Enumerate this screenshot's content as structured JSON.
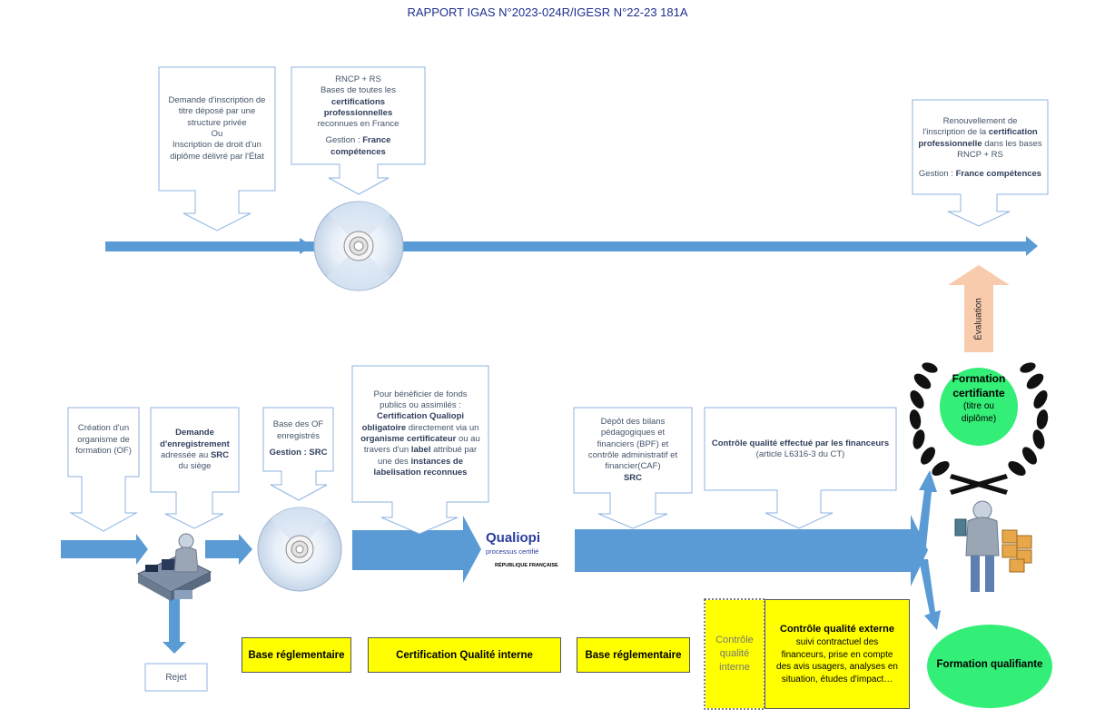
{
  "header": {
    "title": "RAPPORT IGAS N°2023-024R/IGESR N°22-23 181A"
  },
  "top": {
    "callout1": [
      "Demande d'inscription de",
      "titre déposé par une",
      "structure privée",
      "Ou",
      "Inscription de droit d'un",
      "diplôme délivré par l'État"
    ],
    "callout2": {
      "l1": "RNCP + RS",
      "l2": "Bases de toutes les",
      "l3": "certifications professionnelles",
      "l4": "reconnues en France",
      "gestion_prefix": "Gestion :",
      "gestion_value": "France compétences"
    },
    "callout3": {
      "l1": "Renouvellement de",
      "l2_pre": "l'inscription de la",
      "l2_bold": "certification",
      "l3_bold": "professionnelle",
      "l3_post": "dans les bases",
      "l4": "RNCP + RS",
      "gestion_prefix": "Gestion :",
      "gestion_value": "France compétences"
    }
  },
  "bottom": {
    "callout_creation": [
      "Création d'un",
      "organisme de",
      "formation (OF)"
    ],
    "callout_demande": {
      "b1": "Demande",
      "b2": "d'enregistrement",
      "l3_pre": "adressée au",
      "l3_bold": "SRC",
      "l4": "du siège"
    },
    "callout_base_of": {
      "l1": "Base des OF",
      "l2": "enregistrés",
      "gestion": "Gestion : SRC"
    },
    "callout_qualiopi": {
      "l1": "Pour bénéficier de fonds",
      "l2": "publics ou assimilés :",
      "b3": "Certification Qualiopi",
      "l4_bold": "obligatoire",
      "l4_post": "directement via un",
      "l5_bold": "organisme certificateur",
      "l5_post": "ou au",
      "l6_pre": "travers d'un",
      "l6_bold": "label",
      "l6_post": "attribué par",
      "l7_pre": "une des",
      "l7_bold": "instances de",
      "b8": "labelisation reconnues"
    },
    "callout_bpf": {
      "l1": "Dépôt des bilans",
      "l2": "pédagogiques et",
      "l3": "financiers (BPF) et",
      "l4": "contrôle administratif et",
      "l5": "financier(CAF)",
      "b6": "SRC"
    },
    "callout_controle": {
      "b1": "Contrôle qualité effectué par les financeurs",
      "l2": "(article L6316-3 du CT)"
    },
    "rejet": "Rejet",
    "qualiopi": {
      "brand": "Qualiopi",
      "sub": "processus certifié",
      "republique": "RÉPUBLIQUE FRANÇAISE"
    },
    "yellow": {
      "base1": "Base réglementaire",
      "cert": "Certification Qualité interne",
      "base2": "Base réglementaire",
      "interne": [
        "Contrôle",
        "qualité",
        "interne"
      ],
      "externe_title": "Contrôle qualité externe",
      "externe_body": [
        "suivi contractuel des",
        "financeurs, prise en compte",
        "des avis usagers, analyses en",
        "situation, études d'impact…"
      ]
    },
    "formation_certifiante": {
      "title": [
        "Formation",
        "certifiante"
      ],
      "sub": [
        "(titre ou",
        "diplôme)"
      ]
    },
    "formation_qualifiante": "Formation qualifiante",
    "evaluation": "Évaluation"
  },
  "colors": {
    "arrow_blue": "#5b9bd5",
    "callout_border": "#8db3e2",
    "green": "#33ee77",
    "yellow": "#ffff00",
    "evaluation_arrow": "#f8cbad",
    "header_text": "#1f2f8f"
  }
}
